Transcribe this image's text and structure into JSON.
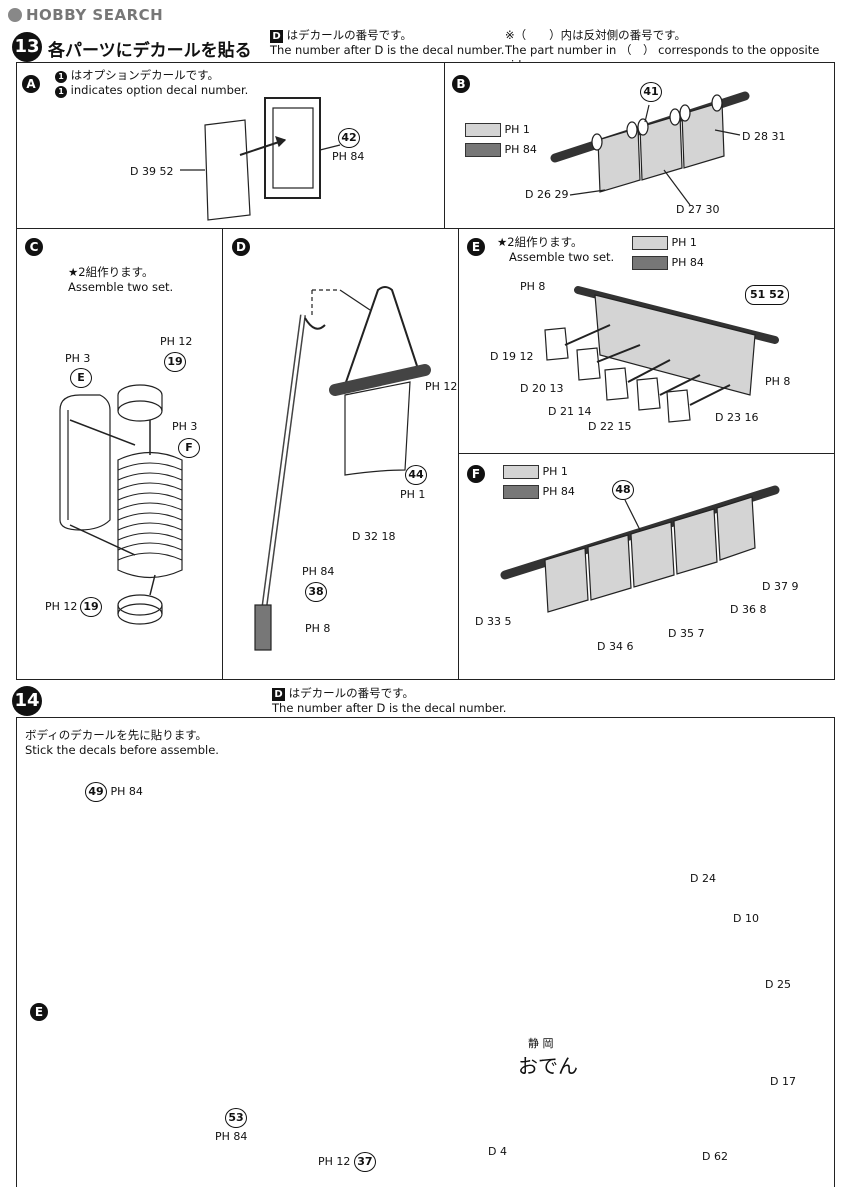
{
  "watermark": "HOBBY SEARCH",
  "step13": {
    "number": "13",
    "title": "各パーツにデカールを貼る",
    "note_jp": "はデカールの番号です。",
    "note_en": "The number after D is the decal number.",
    "note2_jp": "※（　　）内は反対側の番号です。",
    "note2_en": "The part number in （　） corresponds to the opposite side.",
    "panels": {
      "A": {
        "letter": "A",
        "note_jp": "はオプションデカールです。",
        "note_en": "indicates option decal number.",
        "part": "42",
        "paint": "PH 84",
        "decal": "D 39 52"
      },
      "B": {
        "letter": "B",
        "part": "41",
        "swatch1": "PH 1",
        "swatch2": "PH 84",
        "d1": "D 28 31",
        "d2": "D 26 29",
        "d3": "D 27 30"
      },
      "C": {
        "letter": "C",
        "assemble_jp": "★2組作ります。",
        "assemble_en": "Assemble two set.",
        "p1": "PH 12",
        "n1": "19",
        "p2": "PH 3",
        "e": "E",
        "p3": "PH 3",
        "f": "F",
        "p4": "PH 12",
        "n2": "19"
      },
      "D": {
        "letter": "D",
        "p1": "PH 12",
        "n1": "44",
        "p2": "PH 1",
        "d1": "D 32 18",
        "p3": "PH 84",
        "n2": "38",
        "p4": "PH 8"
      },
      "E": {
        "letter": "E",
        "assemble_jp": "★2組作ります。",
        "assemble_en": "Assemble two set.",
        "swatch1": "PH 1",
        "swatch2": "PH 84",
        "ph8a": "PH 8",
        "nums": "51 52",
        "ph8b": "PH 8",
        "d1": "D 19 12",
        "d2": "D 20 13",
        "d3": "D 21 14",
        "d4": "D 22 15",
        "d5": "D 23 16"
      },
      "F": {
        "letter": "F",
        "swatch1": "PH 1",
        "swatch2": "PH 84",
        "part": "48",
        "d1": "D 37 9",
        "d2": "D 36 8",
        "d3": "D 33 5",
        "d4": "D 34 6",
        "d5": "D 35 7"
      }
    }
  },
  "step14": {
    "number": "14",
    "note_jp": "はデカールの番号です。",
    "note_en": "The number after D is the decal number.",
    "inst_jp": "ボディのデカールを先に貼ります。",
    "inst_en": "Stick the decals before assemble.",
    "part49": "49",
    "ph84a": "PH 84",
    "e": "E",
    "part53": "53",
    "ph84b": "PH 84",
    "ph12": "PH 12",
    "part37": "37",
    "d24": "D 24",
    "d10": "D 10",
    "d25": "D 25",
    "d17": "D 17",
    "d4": "D 4",
    "d62": "D 62",
    "sign1": "静 岡",
    "sign2": "おでん"
  },
  "colors": {
    "ink": "#111111",
    "light_gray": "#d4d4d4",
    "dark_gray": "#777777"
  }
}
